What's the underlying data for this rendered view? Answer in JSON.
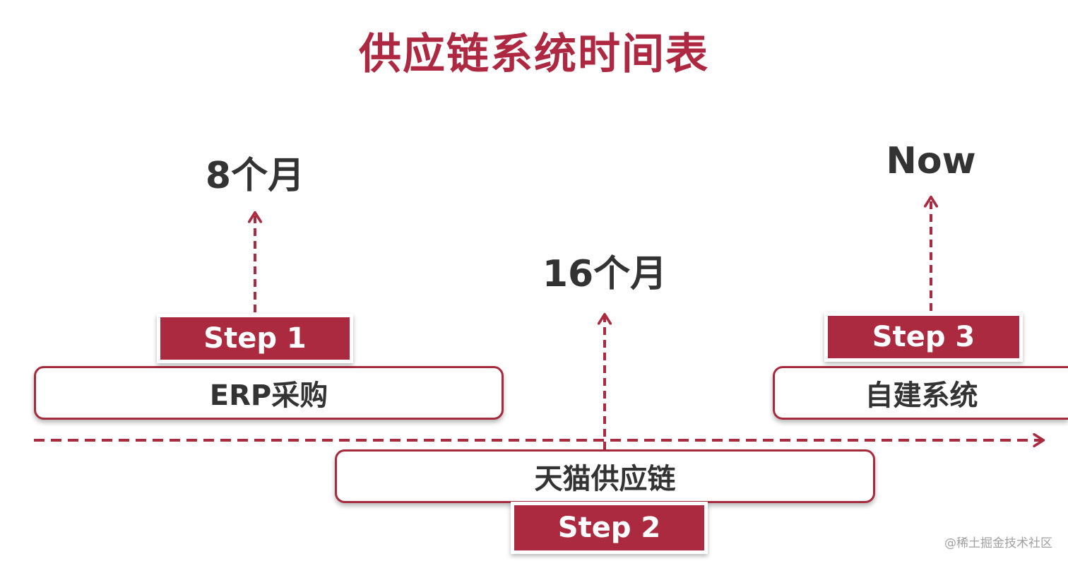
{
  "title": "供应链系统时间表",
  "colors": {
    "accent": "#ab2a3f",
    "text": "#333333",
    "title": "#ad2840"
  },
  "phases": [
    {
      "step": "Step 1",
      "name": "ERP采购",
      "time": "8个月"
    },
    {
      "step": "Step 2",
      "name": "天猫供应链",
      "time": "16个月"
    },
    {
      "step": "Step 3",
      "name": "自建系统",
      "time": "Now"
    }
  ],
  "watermark": "@稀土掘金技术社区"
}
